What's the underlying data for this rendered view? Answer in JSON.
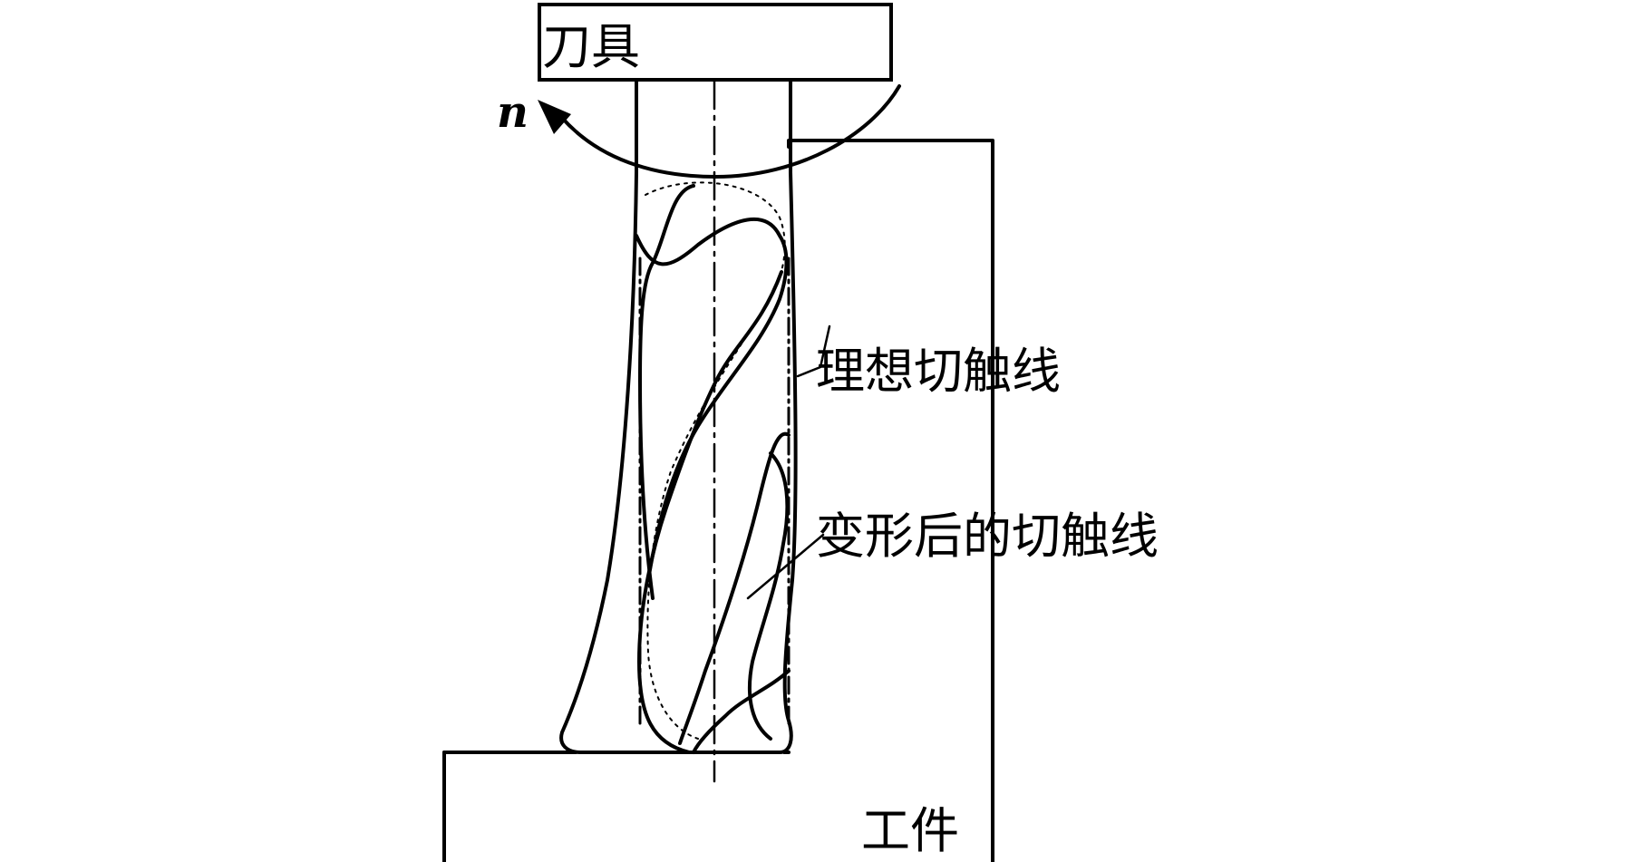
{
  "labels": {
    "tool": "刀具",
    "rotation": "n",
    "ideal_contact_line": "理想切触线",
    "deformed_contact_line": "变形后的切触线",
    "workpiece": "工件"
  }
}
